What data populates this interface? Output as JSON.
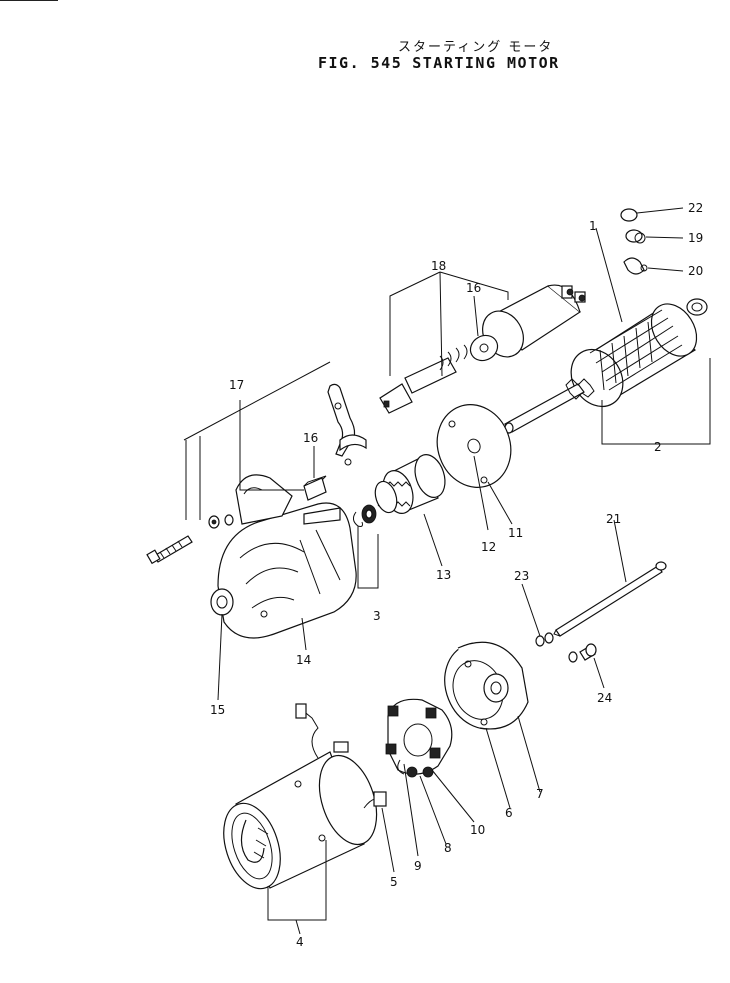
{
  "figure": {
    "title_jp": "スターティング モータ",
    "fig_number": "FIG. 545",
    "title_en": "STARTING MOTOR"
  },
  "callouts": [
    {
      "id": "c1",
      "text": "1"
    },
    {
      "id": "c2",
      "text": "2"
    },
    {
      "id": "c3",
      "text": "3"
    },
    {
      "id": "c4",
      "text": "4"
    },
    {
      "id": "c5",
      "text": "5"
    },
    {
      "id": "c6",
      "text": "6"
    },
    {
      "id": "c7",
      "text": "7"
    },
    {
      "id": "c8",
      "text": "8"
    },
    {
      "id": "c9",
      "text": "9"
    },
    {
      "id": "c10",
      "text": "10"
    },
    {
      "id": "c11",
      "text": "11"
    },
    {
      "id": "c12",
      "text": "12"
    },
    {
      "id": "c13",
      "text": "13"
    },
    {
      "id": "c14",
      "text": "14"
    },
    {
      "id": "c15",
      "text": "15"
    },
    {
      "id": "c16a",
      "text": "16"
    },
    {
      "id": "c16b",
      "text": "16"
    },
    {
      "id": "c17",
      "text": "17"
    },
    {
      "id": "c18",
      "text": "18"
    },
    {
      "id": "c19",
      "text": "19"
    },
    {
      "id": "c20",
      "text": "20"
    },
    {
      "id": "c21",
      "text": "21"
    },
    {
      "id": "c22",
      "text": "22"
    },
    {
      "id": "c23",
      "text": "23"
    },
    {
      "id": "c24",
      "text": "24"
    }
  ]
}
